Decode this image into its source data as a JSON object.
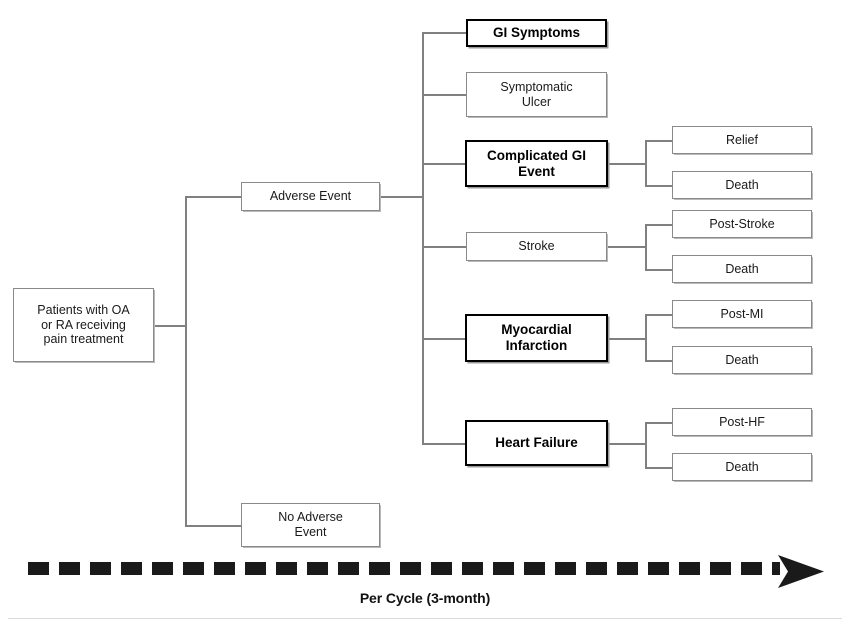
{
  "diagram": {
    "title": "Per Cycle (3-month) adverse event decision tree",
    "type": "decision-tree",
    "colors": {
      "connector": "#808080",
      "bold_border": "#000000",
      "thin_border": "#8a8a8a",
      "background": "#ffffff",
      "arrow": "#1a1a1a",
      "footer_rule": "#dcdcdc"
    },
    "root": {
      "label": "Patients with OA\nor RA receiving\npain treatment",
      "emphasis": "thin"
    },
    "level1": [
      {
        "label": "Adverse Event",
        "emphasis": "thin"
      },
      {
        "label": "No Adverse\nEvent",
        "emphasis": "thin"
      }
    ],
    "level2": [
      {
        "label": "GI Symptoms",
        "emphasis": "bold"
      },
      {
        "label": "Symptomatic\nUlcer",
        "emphasis": "thin"
      },
      {
        "label": "Complicated GI\nEvent",
        "emphasis": "bold"
      },
      {
        "label": "Stroke",
        "emphasis": "thin"
      },
      {
        "label": "Myocardial\nInfarction",
        "emphasis": "bold"
      },
      {
        "label": "Heart Failure",
        "emphasis": "bold"
      }
    ],
    "level3": [
      {
        "label": "Relief",
        "emphasis": "thin",
        "parent": "Complicated GI Event"
      },
      {
        "label": "Death",
        "emphasis": "thin",
        "parent": "Complicated GI Event"
      },
      {
        "label": "Post-Stroke",
        "emphasis": "thin",
        "parent": "Stroke"
      },
      {
        "label": "Death",
        "emphasis": "thin",
        "parent": "Stroke"
      },
      {
        "label": "Post-MI",
        "emphasis": "thin",
        "parent": "Myocardial Infarction"
      },
      {
        "label": "Death",
        "emphasis": "thin",
        "parent": "Myocardial Infarction"
      },
      {
        "label": "Post-HF",
        "emphasis": "thin",
        "parent": "Heart Failure"
      },
      {
        "label": "Death",
        "emphasis": "thin",
        "parent": "Heart Failure"
      }
    ],
    "timeline": {
      "caption": "Per Cycle (3-month)",
      "style": "dashed-arrow-right"
    }
  }
}
